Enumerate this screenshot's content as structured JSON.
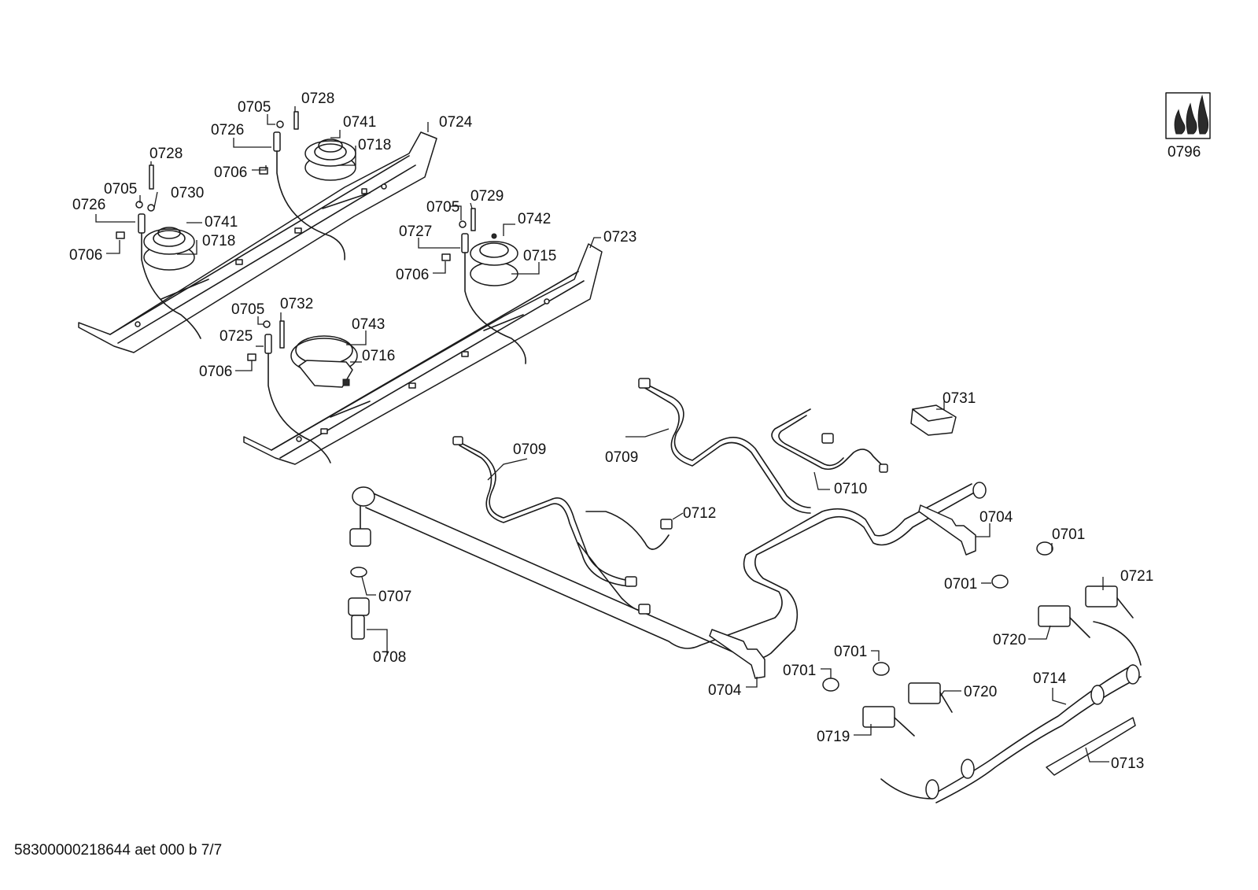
{
  "labels": {
    "l0705a": "0705",
    "l0728a": "0728",
    "l0726a": "0726",
    "l0741a": "0741",
    "l0724": "0724",
    "l0718a": "0718",
    "l0706a": "0706",
    "l0728b": "0728",
    "l0705b": "0705",
    "l0730": "0730",
    "l0726b": "0726",
    "l0741b": "0741",
    "l0718b": "0718",
    "l0706b": "0706",
    "l0705c": "0705",
    "l0729": "0729",
    "l0742": "0742",
    "l0727": "0727",
    "l0723": "0723",
    "l0715": "0715",
    "l0706c": "0706",
    "l0705d": "0705",
    "l0732": "0732",
    "l0743": "0743",
    "l0725": "0725",
    "l0716": "0716",
    "l0706d": "0706",
    "l0731": "0731",
    "l0709a": "0709",
    "l0709b": "0709",
    "l0710": "0710",
    "l0712": "0712",
    "l0704a": "0704",
    "l0701a": "0701",
    "l0701b": "0701",
    "l0721": "0721",
    "l0707": "0707",
    "l0720a": "0720",
    "l0708": "0708",
    "l0701c": "0701",
    "l0701d": "0701",
    "l0704b": "0704",
    "l0720b": "0720",
    "l0714": "0714",
    "l0719": "0719",
    "l0713": "0713",
    "l0796": "0796"
  },
  "footer": {
    "document_id": "58300000218644 aet 000 b 7/7"
  },
  "symbol": {
    "icon": "gas-flame-icon"
  }
}
